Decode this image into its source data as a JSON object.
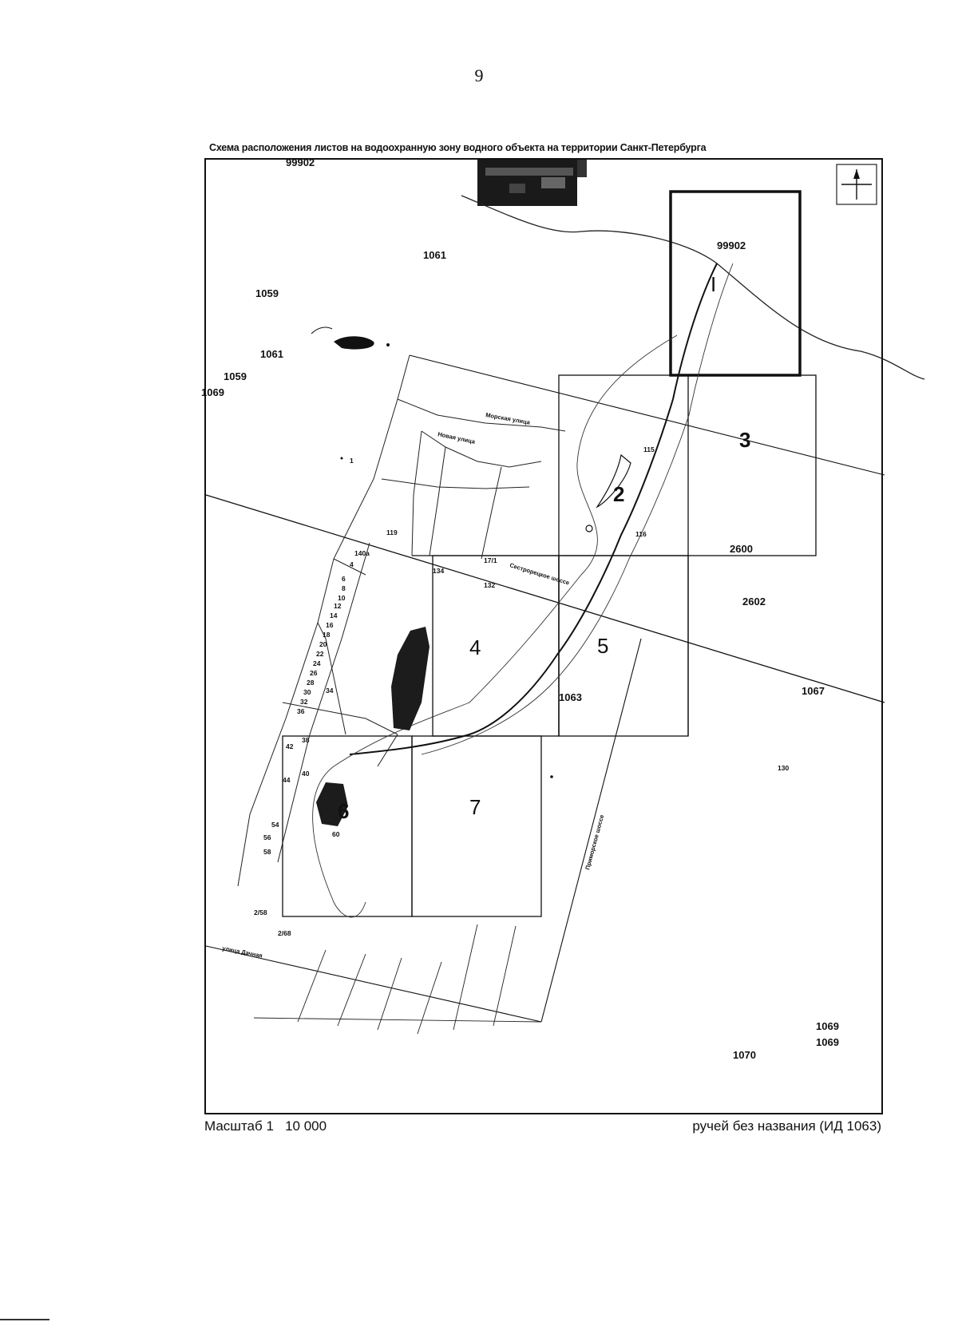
{
  "page_number": "9",
  "title": "Схема расположения листов на водоохранную зону водного объекта на территории Санкт-Петербурга",
  "scale_text": "Масштаб 1   10 000",
  "source_text": "ручей без названия (ИД 1063)",
  "compass_icon": "north-arrow-icon",
  "sheets": [
    {
      "label": "I"
    },
    {
      "label": "2"
    },
    {
      "label": "3"
    },
    {
      "label": "4"
    },
    {
      "label": "5"
    },
    {
      "label": "6"
    },
    {
      "label": "7"
    }
  ],
  "block_numbers": [
    "99902",
    "99902",
    "1061",
    "1059",
    "1061",
    "1059",
    "1069",
    "1063",
    "2602",
    "2600",
    "1067",
    "1069",
    "1069",
    "1070"
  ],
  "house_numbers": [
    "1",
    "4",
    "6",
    "8",
    "10",
    "12",
    "14",
    "16",
    "18",
    "20",
    "22",
    "24",
    "26",
    "28",
    "30",
    "32",
    "34",
    "36",
    "38",
    "40",
    "42",
    "44",
    "54",
    "56",
    "58",
    "60",
    "115",
    "116",
    "119",
    "130",
    "132",
    "134",
    "140a",
    "2/68",
    "2/58",
    "17/1"
  ],
  "street_labels": [
    "Морская улица",
    "Новая улица",
    "Сестрорецкое шоссе",
    "улица Дачная",
    "Приморское шоссе"
  ]
}
